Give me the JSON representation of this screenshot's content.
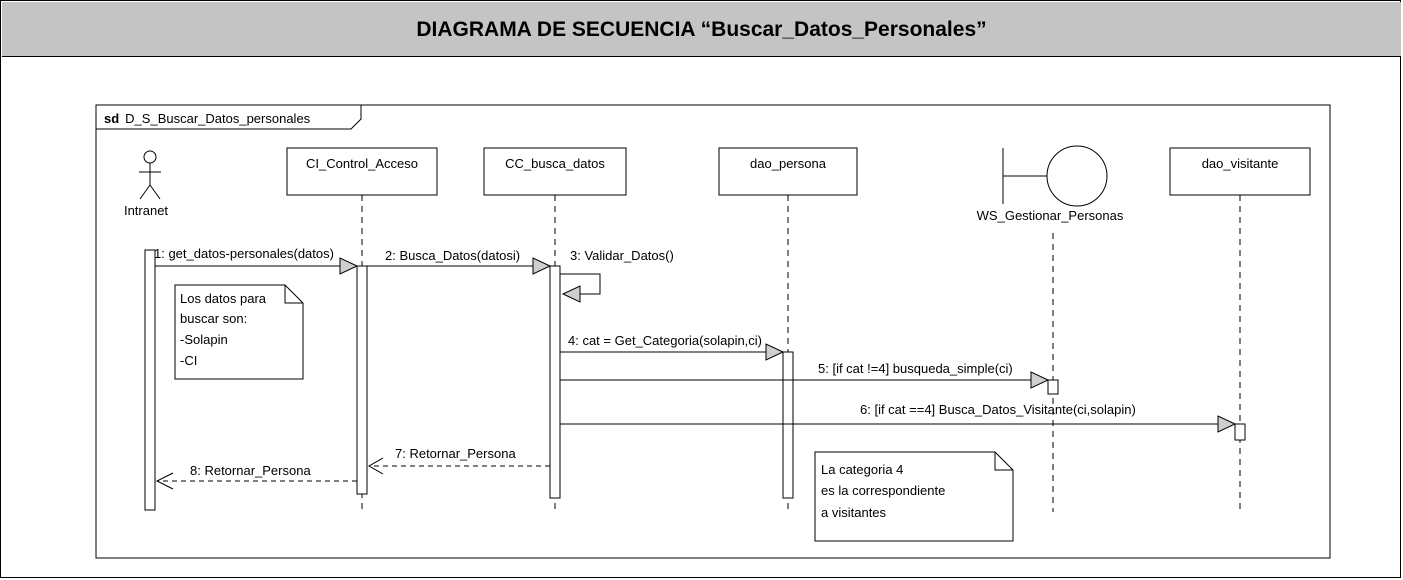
{
  "header": {
    "title": "DIAGRAMA DE SECUENCIA  “Buscar_Datos_Personales”"
  },
  "frame": {
    "keyword": "sd",
    "name": "D_S_Buscar_Datos_personales"
  },
  "lifelines": {
    "intranet": "Intranet",
    "control": "CI_Control_Acceso",
    "busca": "CC_busca_datos",
    "persona": "dao_persona",
    "ws": "WS_Gestionar_Personas",
    "visitante": "dao_visitante"
  },
  "messages": {
    "m1": "1: get_datos-personales(datos)",
    "m2": "2: Busca_Datos(datosi)",
    "m3": "3: Validar_Datos()",
    "m4": "4: cat = Get_Categoria(solapin,ci)",
    "m5": "5: [if cat !=4] busqueda_simple(ci)",
    "m6": "6: [if cat ==4] Busca_Datos_Visitante(ci,solapin)",
    "m7": "7: Retornar_Persona",
    "m8": "8: Retornar_Persona"
  },
  "notes": {
    "n1": [
      "Los datos para",
      "buscar son:",
      "-Solapin",
      "-CI"
    ],
    "n2": [
      "La categoria 4",
      "es la correspondiente",
      "a visitantes"
    ]
  }
}
